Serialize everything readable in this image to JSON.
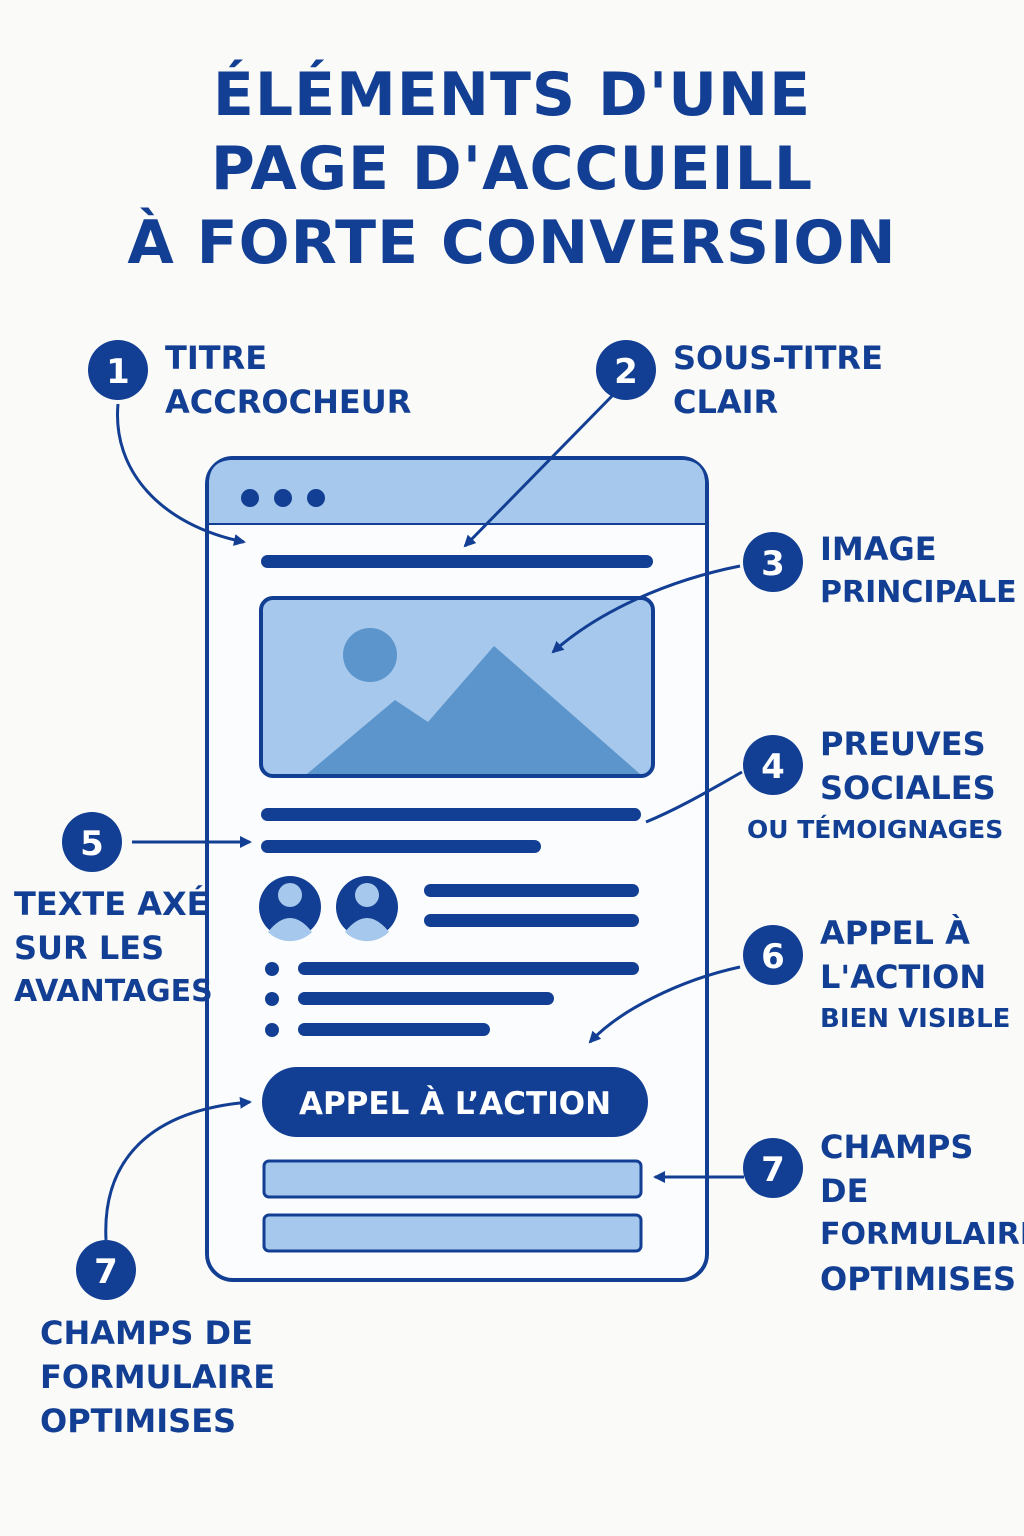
{
  "title": {
    "line1": "ÉLÉMENTS D'UNE",
    "line2": "PAGE D'ACCUEILL",
    "line3": "À FORTE CONVERSION"
  },
  "callouts": [
    {
      "number": "1",
      "line1": "TITRE",
      "line2": "ACCROCHEUR"
    },
    {
      "number": "2",
      "line1": "SOUS-TITRE",
      "line2": "CLAIR"
    },
    {
      "number": "3",
      "line1": "IMAGE",
      "line2": "PRINCIPALE"
    },
    {
      "number": "4",
      "line1": "PREUVES",
      "line2": "SOCIALES",
      "line3": "OU TÉMOIGNAGES"
    },
    {
      "number": "5",
      "line1": "TEXTE AXÉ",
      "line2": "SUR LES",
      "line3": "AVANTAGES"
    },
    {
      "number": "6",
      "line1": "APPEL À",
      "line2": "L'ACTION",
      "line3": "BIEN VISIBLE"
    },
    {
      "number": "7",
      "line1": "CHAMPS",
      "line2": "DE",
      "line3": "FORMULAIRE",
      "line4": "OPTIMISES"
    },
    {
      "number": "7",
      "line1": "CHAMPS DE",
      "line2": "FORMULAIRE",
      "line3": "OPTIMISES"
    }
  ],
  "mockup": {
    "cta_label": "APPEL À L’ACTION"
  },
  "colors": {
    "navy": "#123f93",
    "light_blue": "#a6c8ec",
    "mid_blue": "#5b95cc",
    "background": "#fafaf8"
  }
}
